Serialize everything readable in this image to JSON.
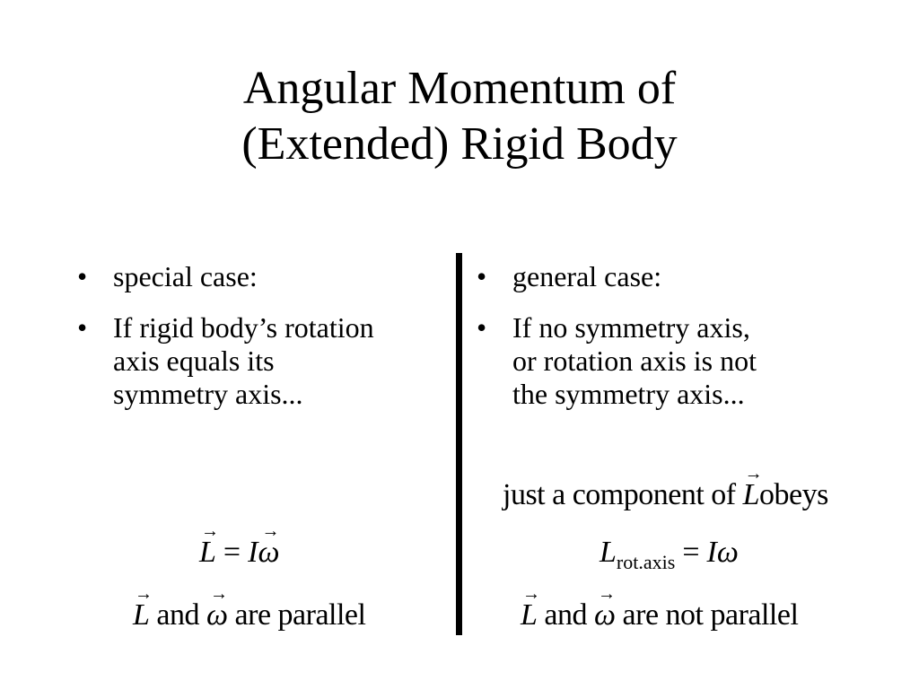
{
  "title": {
    "line1": "Angular Momentum of",
    "line2": "(Extended) Rigid Body"
  },
  "left": {
    "bullet_glyph": "•",
    "bullets": [
      {
        "lines": [
          "special case:"
        ]
      },
      {
        "lines": [
          "If rigid body’s rotation",
          "axis equals its",
          "symmetry axis..."
        ]
      }
    ],
    "equation": {
      "lhs": "L",
      "equals": "=",
      "rhs_scalar": "I",
      "rhs_vector": "ω"
    },
    "statement": {
      "v1": "L",
      "t1": "and",
      "v2": "ω",
      "t2": "are parallel"
    }
  },
  "right": {
    "bullet_glyph": "•",
    "bullets": [
      {
        "lines": [
          "general case:"
        ]
      },
      {
        "lines": [
          "If no symmetry axis,",
          "or rotation axis is not",
          "the  symmetry axis..."
        ]
      }
    ],
    "note": {
      "text": "just a component of",
      "vector": "L",
      "tail": "obeys"
    },
    "equation": {
      "lhs": "L",
      "lhs_sub": "rot.axis",
      "equals": "=",
      "rhs": "Iω"
    },
    "statement": {
      "v1": "L",
      "t1": "and",
      "v2": "ω",
      "t2": "are not parallel"
    }
  },
  "arrow_glyph": "→"
}
